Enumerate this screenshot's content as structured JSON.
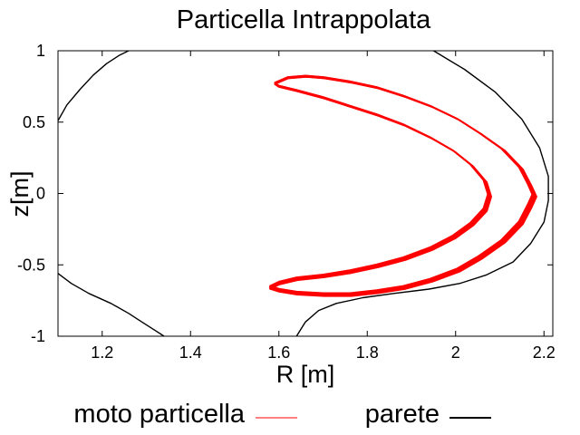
{
  "chart_data": {
    "type": "line",
    "title": "Particella Intrappolata",
    "xlabel": "R [m]",
    "ylabel": "z[m]",
    "xlim": [
      1.1,
      2.22
    ],
    "ylim": [
      -1,
      1
    ],
    "xticks": [
      {
        "value": 1.2,
        "label": "1.2"
      },
      {
        "value": 1.4,
        "label": "1.4"
      },
      {
        "value": 1.6,
        "label": "1.6"
      },
      {
        "value": 1.8,
        "label": "1.8"
      },
      {
        "value": 2.0,
        "label": "2"
      },
      {
        "value": 2.2,
        "label": "2.2"
      }
    ],
    "yticks": [
      {
        "value": -1,
        "label": "-1"
      },
      {
        "value": -0.5,
        "label": "-0.5"
      },
      {
        "value": 0,
        "label": "0"
      },
      {
        "value": 0.5,
        "label": "0.5"
      },
      {
        "value": 1,
        "label": "1"
      }
    ],
    "grid": false,
    "legend_position": "bottom",
    "series": [
      {
        "name": "moto particella",
        "color": "#ff0000",
        "kind": "banana-orbit",
        "x": [
          1.59,
          1.62,
          1.66,
          1.7,
          1.76,
          1.82,
          1.88,
          1.94,
          2.0,
          2.05,
          2.1,
          2.14,
          2.16,
          2.17,
          2.16,
          2.14,
          2.1,
          2.05,
          2.0,
          1.94,
          1.88,
          1.82,
          1.76,
          1.7,
          1.64,
          1.6,
          1.58,
          1.6,
          1.64,
          1.7,
          1.76,
          1.82,
          1.88,
          1.94,
          1.99,
          2.03,
          2.06,
          2.07,
          2.06,
          2.03,
          1.99,
          1.94,
          1.88,
          1.82,
          1.76,
          1.7,
          1.64,
          1.6,
          1.59
        ],
        "y": [
          0.78,
          0.82,
          0.83,
          0.82,
          0.79,
          0.75,
          0.69,
          0.62,
          0.53,
          0.43,
          0.32,
          0.19,
          0.07,
          0.0,
          -0.07,
          -0.19,
          -0.32,
          -0.43,
          -0.52,
          -0.59,
          -0.64,
          -0.67,
          -0.69,
          -0.69,
          -0.68,
          -0.66,
          -0.64,
          -0.61,
          -0.58,
          -0.56,
          -0.53,
          -0.49,
          -0.44,
          -0.37,
          -0.29,
          -0.2,
          -0.1,
          0.0,
          0.1,
          0.21,
          0.31,
          0.4,
          0.49,
          0.56,
          0.62,
          0.68,
          0.73,
          0.76,
          0.78
        ],
        "orbit_count": 9,
        "orbit_spread": [
          0.006,
          0.025
        ]
      },
      {
        "name": "parete",
        "color": "#000000",
        "segments": [
          {
            "x": [
              1.1,
              1.12,
              1.15,
              1.18,
              1.21,
              1.24,
              1.26
            ],
            "y": [
              0.51,
              0.62,
              0.73,
              0.83,
              0.91,
              0.97,
              1.0
            ]
          },
          {
            "x": [
              1.95,
              2.02,
              2.09,
              2.15,
              2.19,
              2.21,
              2.21,
              2.2,
              2.17,
              2.13,
              2.07,
              2.01,
              1.94,
              1.86,
              1.79,
              1.73,
              1.69,
              1.66,
              1.64
            ],
            "y": [
              1.0,
              0.87,
              0.71,
              0.52,
              0.32,
              0.12,
              -0.05,
              -0.2,
              -0.35,
              -0.48,
              -0.57,
              -0.63,
              -0.67,
              -0.7,
              -0.73,
              -0.77,
              -0.82,
              -0.9,
              -1.0
            ]
          },
          {
            "x": [
              1.1,
              1.13,
              1.17,
              1.22,
              1.26,
              1.29,
              1.32,
              1.34
            ],
            "y": [
              -0.56,
              -0.63,
              -0.7,
              -0.77,
              -0.84,
              -0.9,
              -0.96,
              -1.0
            ]
          }
        ]
      }
    ]
  }
}
